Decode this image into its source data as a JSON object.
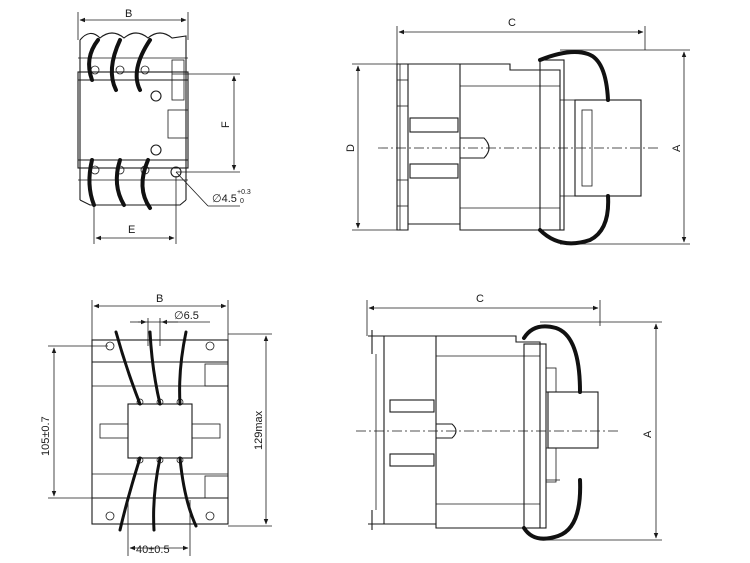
{
  "views": {
    "top_left": {
      "label_B": "B",
      "label_F": "F",
      "label_E": "E",
      "hole_label": "∅4.5",
      "hole_tol_upper": "+0.3",
      "hole_tol_lower": "0"
    },
    "top_right": {
      "label_C": "C",
      "label_D": "D",
      "label_A": "A"
    },
    "bottom_left": {
      "label_B": "B",
      "hole_label": "∅6.5",
      "height_label": "105±0.7",
      "max_label": "129max",
      "width_label": "40±0.5"
    },
    "bottom_right": {
      "label_C": "C",
      "label_A": "A"
    }
  }
}
